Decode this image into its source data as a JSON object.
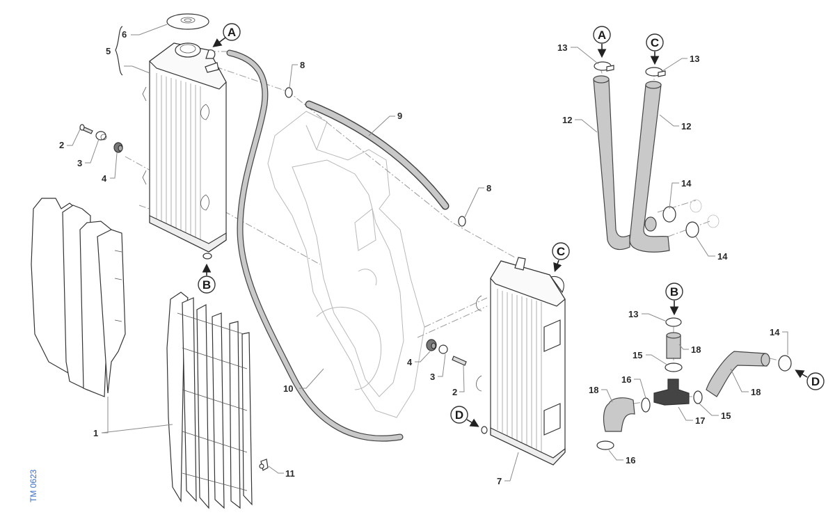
{
  "diagram": {
    "title": "Radiator / cooling system exploded view",
    "document_id": "TM 0623",
    "colors": {
      "label_text": "#2a2a2a",
      "document_id": "#3a6fc4",
      "hose_fill": "#c9c9c9",
      "leader_line": "#8a8a8a"
    },
    "connection_callouts": [
      "A",
      "B",
      "C",
      "D"
    ],
    "part_labels": [
      {
        "id": "lbl-1",
        "text": "1",
        "part": "radiator shroud / grille"
      },
      {
        "id": "lbl-2a",
        "text": "2",
        "part": "screw"
      },
      {
        "id": "lbl-3a",
        "text": "3",
        "part": "bushing"
      },
      {
        "id": "lbl-4a",
        "text": "4",
        "part": "rubber grommet"
      },
      {
        "id": "lbl-5",
        "text": "5",
        "part": "left radiator assembly"
      },
      {
        "id": "lbl-6",
        "text": "6",
        "part": "radiator cap"
      },
      {
        "id": "lbl-7",
        "text": "7",
        "part": "right radiator"
      },
      {
        "id": "lbl-8a",
        "text": "8",
        "part": "hose clamp"
      },
      {
        "id": "lbl-8b",
        "text": "8",
        "part": "hose clamp"
      },
      {
        "id": "lbl-9",
        "text": "9",
        "part": "crossover hose"
      },
      {
        "id": "lbl-10",
        "text": "10",
        "part": "overflow hose"
      },
      {
        "id": "lbl-11",
        "text": "11",
        "part": "clip"
      },
      {
        "id": "lbl-2b",
        "text": "2",
        "part": "screw"
      },
      {
        "id": "lbl-3b",
        "text": "3",
        "part": "bushing"
      },
      {
        "id": "lbl-4b",
        "text": "4",
        "part": "rubber grommet"
      },
      {
        "id": "lbl-12a",
        "text": "12",
        "part": "radiator hose"
      },
      {
        "id": "lbl-12b",
        "text": "12",
        "part": "radiator hose"
      },
      {
        "id": "lbl-13a",
        "text": "13",
        "part": "hose clamp"
      },
      {
        "id": "lbl-13b",
        "text": "13",
        "part": "hose clamp"
      },
      {
        "id": "lbl-13c",
        "text": "13",
        "part": "hose clamp"
      },
      {
        "id": "lbl-14a",
        "text": "14",
        "part": "hose clamp"
      },
      {
        "id": "lbl-14b",
        "text": "14",
        "part": "hose clamp"
      },
      {
        "id": "lbl-14c",
        "text": "14",
        "part": "hose clamp"
      },
      {
        "id": "lbl-15a",
        "text": "15",
        "part": "hose clamp"
      },
      {
        "id": "lbl-15b",
        "text": "15",
        "part": "hose clamp"
      },
      {
        "id": "lbl-16a",
        "text": "16",
        "part": "hose clamp"
      },
      {
        "id": "lbl-16b",
        "text": "16",
        "part": "hose clamp"
      },
      {
        "id": "lbl-17",
        "text": "17",
        "part": "T-piece connector"
      },
      {
        "id": "lbl-18a",
        "text": "18",
        "part": "hose"
      },
      {
        "id": "lbl-18b",
        "text": "18",
        "part": "hose"
      },
      {
        "id": "lbl-18c",
        "text": "18",
        "part": "hose"
      }
    ]
  }
}
